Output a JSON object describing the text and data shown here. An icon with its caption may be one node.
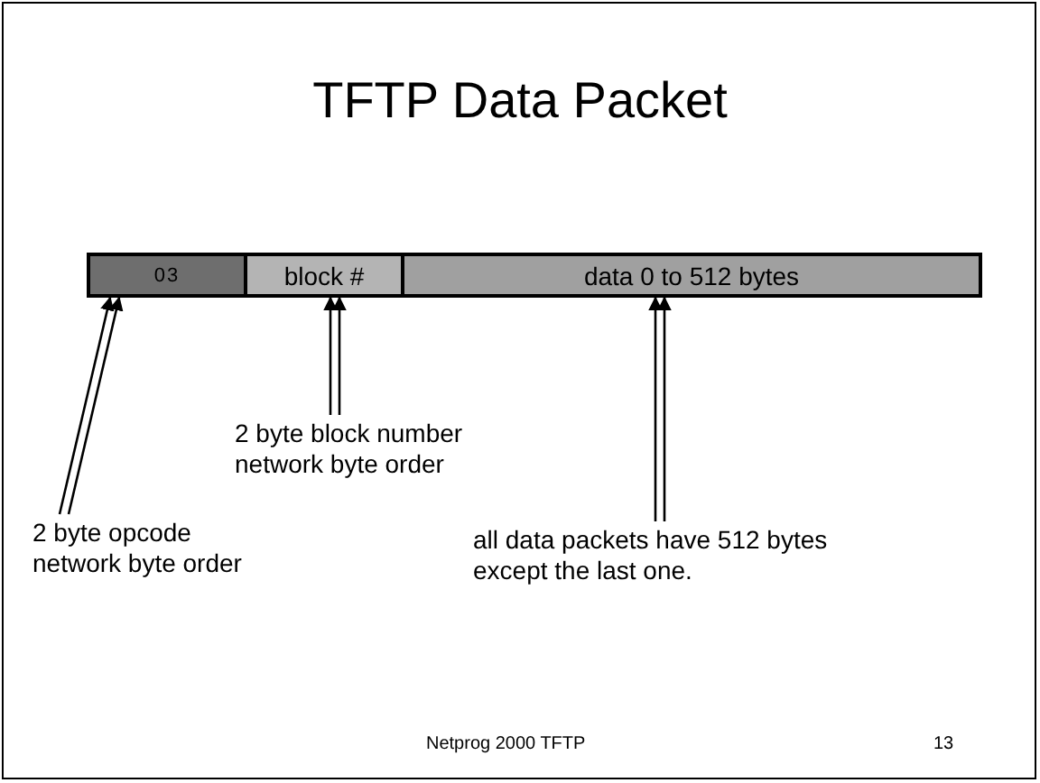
{
  "diagram": {
    "title": "TFTP Data Packet",
    "nodes": [
      {
        "text": [
          "03"
        ]
      },
      {
        "text": [
          "block #"
        ]
      },
      {
        "text": [
          "data 0 to 512 bytes"
        ]
      },
      {
        "text": [
          "2 byte opcode network byte order"
        ]
      },
      {
        "text": [
          "2 byte block number network byte order"
        ]
      },
      {
        "text": [
          "all data packets have 512 bytes except the last one."
        ]
      }
    ],
    "edges": [
      {
        "from": 3,
        "to": 0,
        "arrow": "to"
      },
      {
        "from": 3,
        "to": 0,
        "arrow": "to"
      },
      {
        "from": 4,
        "to": 1,
        "arrow": "to"
      },
      {
        "from": 4,
        "to": 1,
        "arrow": "to"
      },
      {
        "from": 5,
        "to": 2,
        "arrow": "to"
      },
      {
        "from": 5,
        "to": 2,
        "arrow": "to"
      }
    ],
    "labels": [
      "Netprog 2000 TFTP",
      "13"
    ]
  }
}
